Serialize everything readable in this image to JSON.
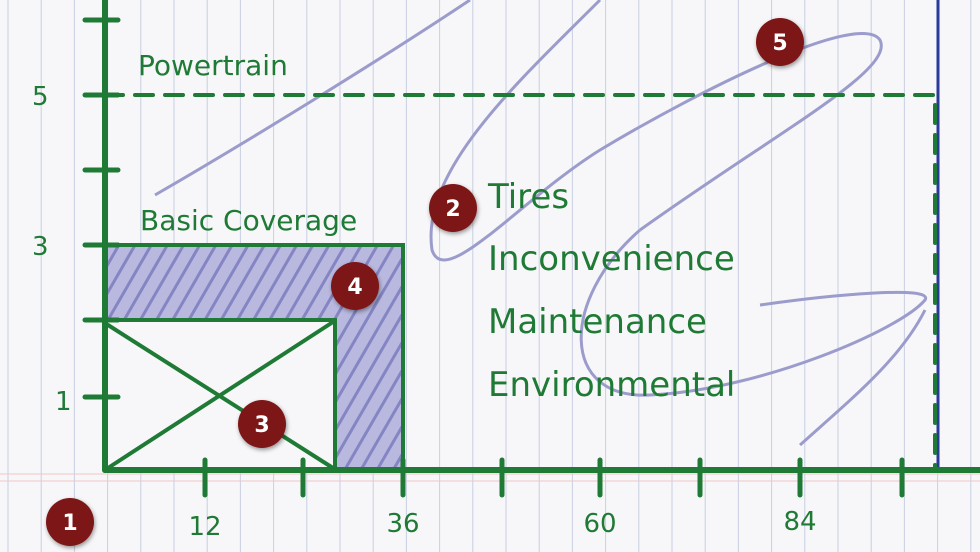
{
  "colors": {
    "ink": "#1f7a35",
    "lavender": "#9b9ccc",
    "badge": "#7d1416",
    "margin_blue": "#2a3a9a",
    "paper_line": "#c5cbe0"
  },
  "y_axis": {
    "ticks": [
      {
        "label": "5"
      },
      {
        "label": "3"
      },
      {
        "label": "1"
      }
    ]
  },
  "x_axis": {
    "ticks": [
      {
        "label": "12"
      },
      {
        "label": "36"
      },
      {
        "label": "60"
      },
      {
        "label": "84"
      }
    ]
  },
  "regions": {
    "powertrain": "Powertrain",
    "basic": "Basic Coverage"
  },
  "list": [
    "Tires",
    "Inconvenience",
    "Maintenance",
    "Environmental"
  ],
  "badges": [
    "1",
    "2",
    "3",
    "4",
    "5"
  ]
}
